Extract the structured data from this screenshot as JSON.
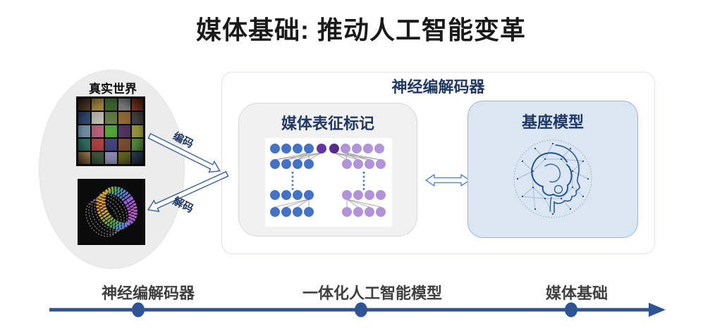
{
  "title": "媒体基础: 推动人工智能变革",
  "real_world": {
    "label": "真实世界"
  },
  "arrows": {
    "encode_label": "编码",
    "decode_label": "解码"
  },
  "codec_box": {
    "title": "神经编解码器"
  },
  "token_box": {
    "title": "媒体表征标记"
  },
  "foundation_box": {
    "title": "基座模型"
  },
  "timeline": {
    "items": [
      {
        "label": "神经编解码器"
      },
      {
        "label": "一体化人工智能模型"
      },
      {
        "label": "媒体基础"
      }
    ]
  },
  "colors": {
    "title_text": "#1a1a1a",
    "navy_heading": "#1f3864",
    "timeline_blue": "#2f5496",
    "timeline_label_gray": "#3f3f3f",
    "node_blue": "#4472c4",
    "node_dark_purple_1": "#6633a6",
    "node_dark_purple_2": "#5a2b8f",
    "node_light_purple": "#b193da",
    "foundation_bg": "#dbe6f3",
    "foundation_border": "#9ab4dd",
    "token_bg": "#f1f1f1",
    "ellipse_bg": "#ececec"
  }
}
